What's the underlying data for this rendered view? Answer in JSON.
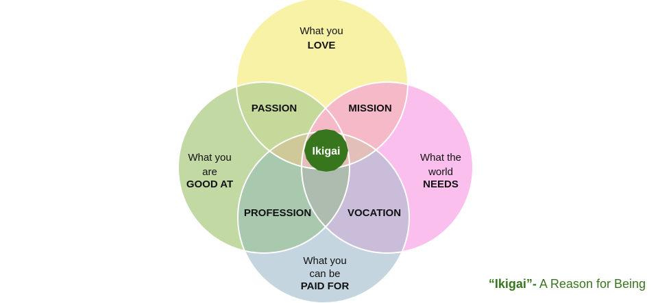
{
  "diagram": {
    "circles": {
      "love": {
        "line1": "What you",
        "line2": "LOVE",
        "fill": "#f7f2a5"
      },
      "good_at": {
        "line1": "What you",
        "line2": "are",
        "line3": "GOOD AT",
        "fill": "#c3d9a4"
      },
      "needs": {
        "line1": "What the",
        "line2": "world",
        "line3": "NEEDS",
        "fill": "#fbbfee"
      },
      "paid_for": {
        "line1": "What you",
        "line2": "can be",
        "line3": "PAID FOR",
        "fill": "#c4d5df"
      }
    },
    "intersections": {
      "passion": "PASSION",
      "mission": "MISSION",
      "profession": "PROFESSION",
      "vocation": "VOCATION"
    },
    "center": {
      "label": "Ikigai",
      "fill": "#38761d"
    },
    "colors": {
      "passion": "#c5d99b",
      "mission": "#f5b9c8",
      "profession": "#a9c9ae",
      "vocation": "#c9bdda",
      "core": "#aebcb0",
      "love_good": "#cfc99a",
      "love_needs": "#e2c0b9",
      "outline": "#ffffff"
    }
  },
  "caption": {
    "title": "“Ikigai”",
    "separator": "-",
    "subtitle": " A Reason for Being"
  }
}
